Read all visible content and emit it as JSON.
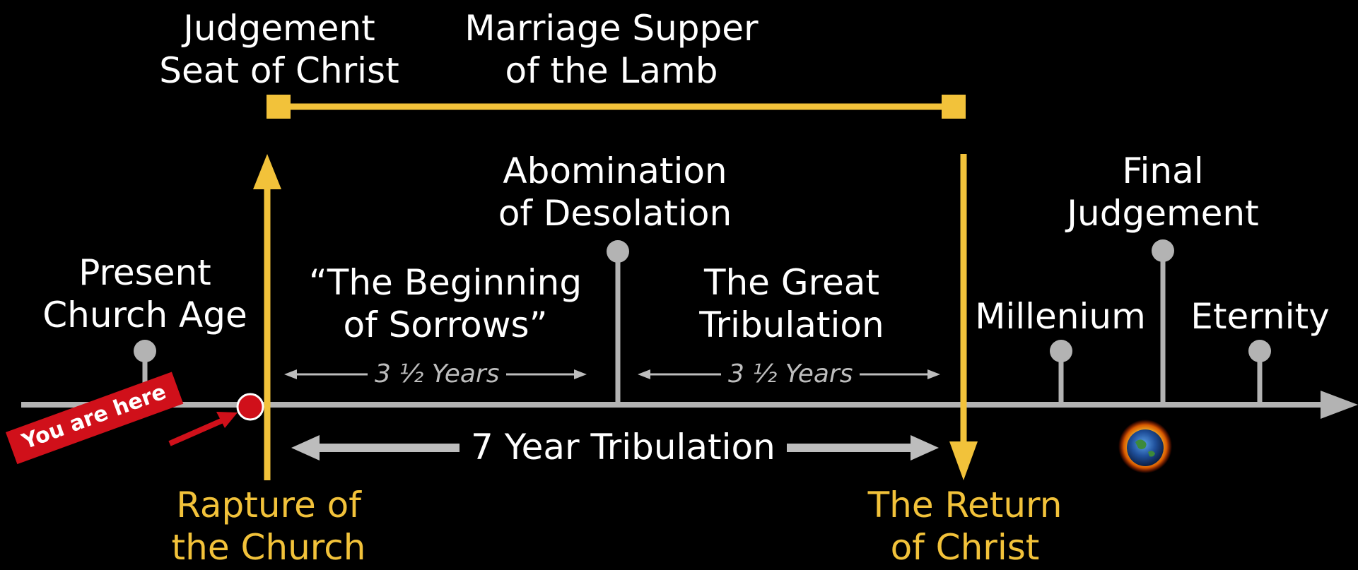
{
  "labels": {
    "judgement_seat": [
      "Judgement",
      "Seat of Christ"
    ],
    "marriage_supper": [
      "Marriage Supper",
      "of the Lamb"
    ],
    "abomination": [
      "Abomination",
      "of Desolation"
    ],
    "final_judgement": [
      "Final",
      "Judgement"
    ],
    "present_church_age": [
      "Present",
      "Church Age"
    ],
    "beginning_of_sorrows": [
      "“The Beginning",
      "of Sorrows”"
    ],
    "great_tribulation": [
      "The Great",
      "Tribulation"
    ],
    "millenium": "Millenium",
    "eternity": "Eternity",
    "rapture": [
      "Rapture of",
      "the Church"
    ],
    "return_of_christ": [
      "The Return",
      "of Christ"
    ],
    "half_period_1": "3 ½ Years",
    "half_period_2": "3 ½ Years",
    "seven_year": "7 Year Tribulation",
    "you_are_here": "You are here"
  },
  "colors": {
    "background": "#000000",
    "timeline": "#b3b3b3",
    "accent": "#f2c23a",
    "marker": "#d0101a",
    "text": "#ffffff"
  },
  "icons": {
    "earth": "burning-earth-icon"
  }
}
